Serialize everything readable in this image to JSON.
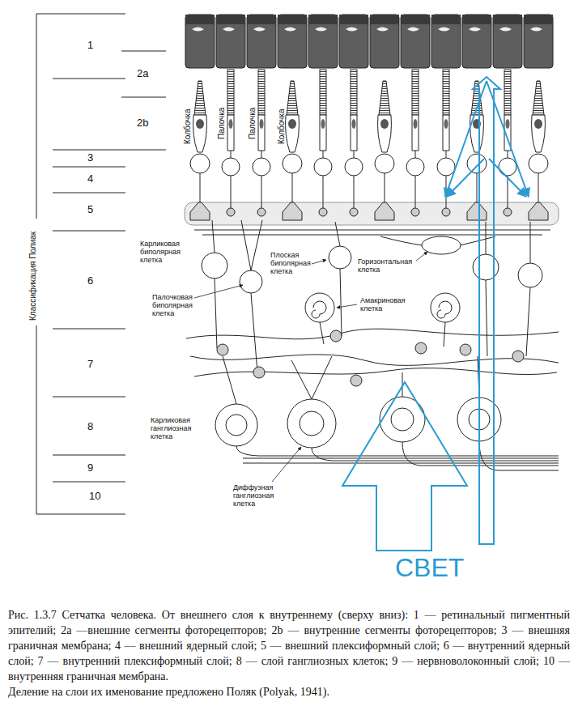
{
  "diagram": {
    "caption": "Рис. 1.3.7 Сетчатка человека. От внешнего слоя к внутреннему (сверху вниз): 1 — ретинальный пигментный эпителий; 2a —внешние сегменты фоторецепторов; 2b — внутренние сегменты фоторецепторов; 3 — внешняя граничная мембрана; 4 — внешний ядерный слой; 5 — внешний плексиформный слой; 6 — внутренний ядерный слой; 7 — внутренний плексиформный слой; 8 — слой ганглиозных клеток; 9 — нервноволоконный слой; 10 — внутренняя граничная мембрана.",
    "labels": [
      "Классификация Полиак",
      "1",
      "2a",
      "2b",
      "3",
      "4",
      "5",
      "6",
      "7",
      "8",
      "9",
      "10",
      "Колбочка",
      "Палочка",
      "Палочка",
      "Колбочка",
      "Карликовая биполярная клетка",
      "Палочковая биполярная клетка",
      "Плоская биполярная клетка",
      "Горизонтальная клетка",
      "Амакриновая клетка",
      "Карликовая ганглиозная клетка",
      "Диффузная ганглиозная клетка",
      "СВЕТ",
      "Деление на слои их именование предложено Поляк (Polyak, 1941)."
    ]
  }
}
